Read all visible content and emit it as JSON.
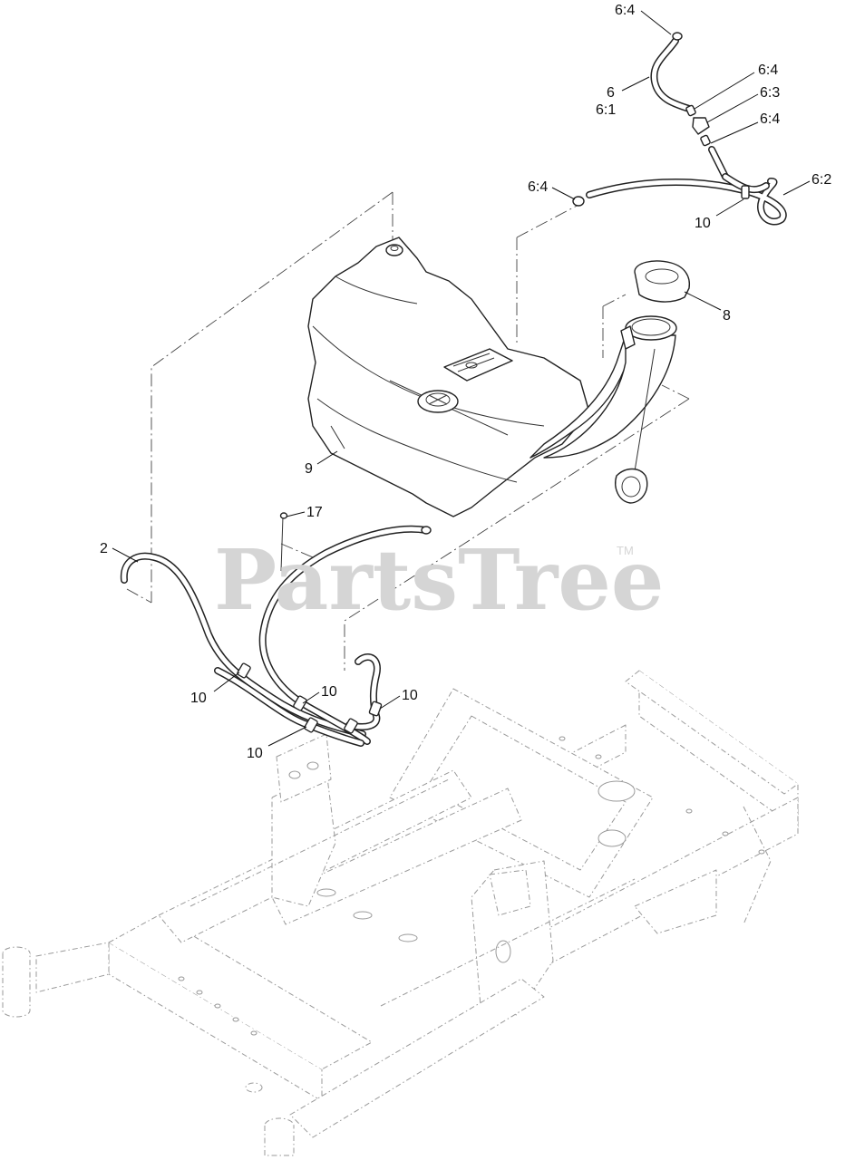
{
  "watermark": {
    "brand": "PartsTree",
    "trademark": "TM"
  },
  "callouts": {
    "c64_top": "6:4",
    "c6": "6",
    "c61": "6:1",
    "c64_a": "6:4",
    "c63": "6:3",
    "c64_b": "6:4",
    "c64_left": "6:4",
    "c62": "6:2",
    "c10_top": "10",
    "c8": "8",
    "c9": "9",
    "c17": "17",
    "c2": "2",
    "c10_a": "10",
    "c10_b": "10",
    "c10_c": "10",
    "c10_d": "10"
  },
  "colors": {
    "line": "#222222",
    "frame": "#9a9a9a",
    "watermark": "#d5d5d5"
  }
}
